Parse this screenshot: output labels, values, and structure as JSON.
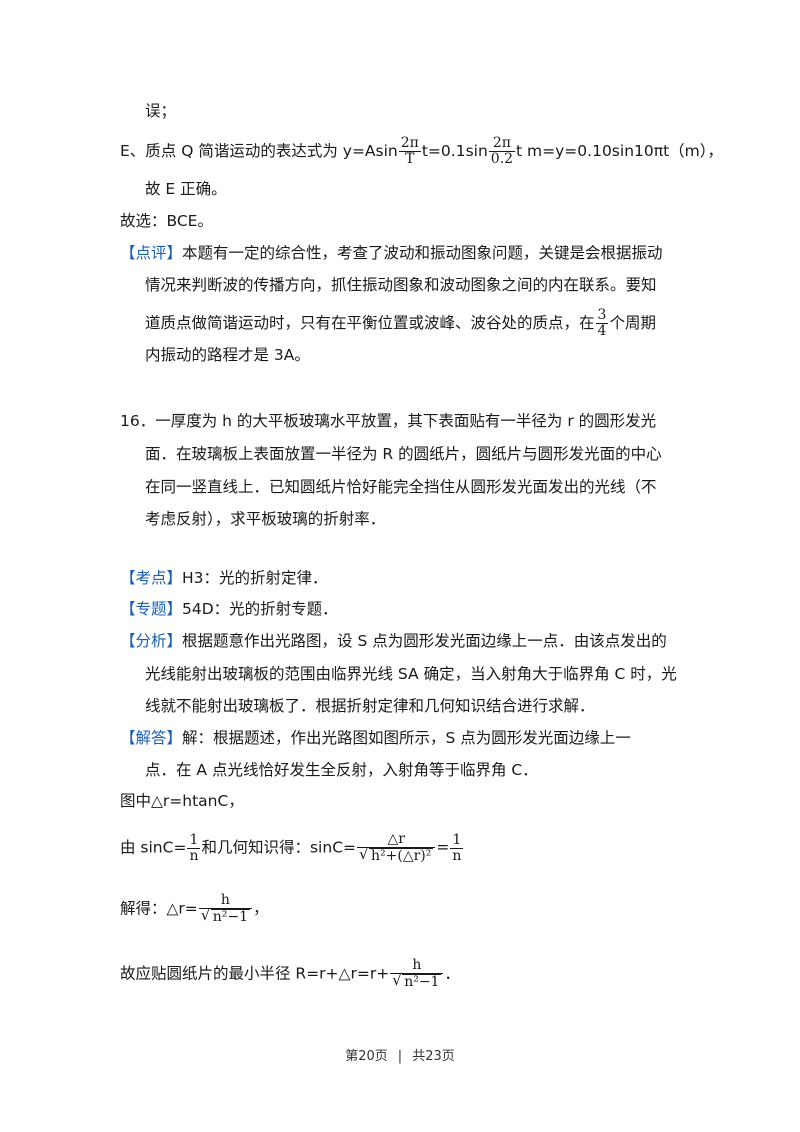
{
  "lines": {
    "l1": "误；",
    "e_prefix": "E、质点 Q 简谐运动的表达式为 y=Asin",
    "e_frac1_num": "2π",
    "e_frac1_den": "T",
    "e_mid": "t=0.1sin",
    "e_frac2_num": "2π",
    "e_frac2_den": "0.2",
    "e_suffix": "t m=y=0.10sin10πt（m），",
    "e_conclusion": "故 E 正确。",
    "answer": "故选：BCE。",
    "comment_tag": "【点评】",
    "comment_1": "本题有一定的综合性，考查了波动和振动图象问题，关键是会根据振动",
    "comment_2": "情况来判断波的传播方向，抓住振动图象和波动图象之间的内在联系。要知",
    "comment_3a": "道质点做简谐运动时，只有在平衡位置或波峰、波谷处的质点，在",
    "comment_frac_num": "3",
    "comment_frac_den": "4",
    "comment_3b": "个周期",
    "comment_4": "内振动的路程才是 3A。",
    "q16_1": "16．一厚度为 h 的大平板玻璃水平放置，其下表面贴有一半径为 r 的圆形发光",
    "q16_2": "面．在玻璃板上表面放置一半径为 R 的圆纸片，圆纸片与圆形发光面的中心",
    "q16_3": "在同一竖直线上．已知圆纸片恰好能完全挡住从圆形发光面发出的光线（不",
    "q16_4": "考虑反射），求平板玻璃的折射率．",
    "kd_tag": "【考点】",
    "kd_text": "H3：光的折射定律．",
    "zt_tag": "【专题】",
    "zt_text": "54D：光的折射专题．",
    "fx_tag": "【分析】",
    "fx_1": "根据题意作出光路图，设 S 点为圆形发光面边缘上一点．由该点发出的",
    "fx_2": "光线能射出玻璃板的范围由临界光线 SA 确定，当入射角大于临界角 C 时，光",
    "fx_3": "线就不能射出玻璃板了．根据折射定律和几何知识结合进行求解．",
    "jd_tag": "【解答】",
    "jd_1": "解：根据题述，作出光路图如图所示，S 点为圆形发光面边缘上一",
    "jd_2": "点．在 A 点光线恰好发生全反射，入射角等于临界角 C．",
    "eq1": "图中△r=htanC，",
    "eq2_a": "由 sinC=",
    "eq2_f1_num": "1",
    "eq2_f1_den": "n",
    "eq2_b": "和几何知识得：sinC=",
    "eq2_f2_num": "△r",
    "eq2_f2_den_sqrt": "h²+(△r)²",
    "eq2_eq": "=",
    "eq2_f3_num": "1",
    "eq2_f3_den": "n",
    "eq3_a": "解得：△r=",
    "eq3_num": "h",
    "eq3_den_sqrt": "n²−1",
    "eq3_b": "，",
    "eq4_a": "故应贴圆纸片的最小半径 R=r+△r=r+",
    "eq4_num": "h",
    "eq4_den_sqrt": "n²−1",
    "eq4_b": "．"
  },
  "footer": {
    "page": "第20页",
    "separator": "|",
    "total": "共23页"
  }
}
